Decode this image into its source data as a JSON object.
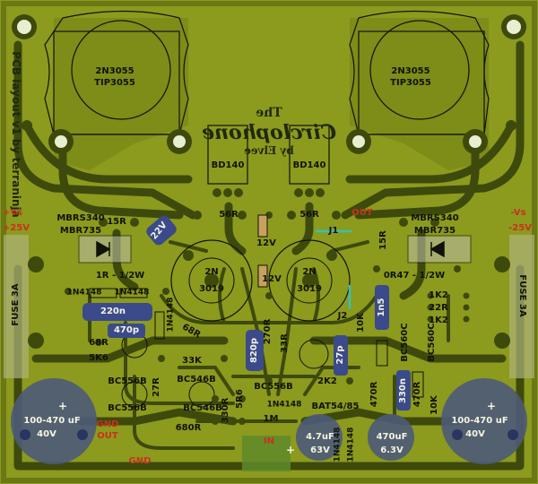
{
  "title": {
    "line1": "The",
    "line2": "Circlophone",
    "line3": "by Elvee"
  },
  "side_note": "PCB layout v1 by terraninja",
  "transistors": {
    "power_left": [
      "2N3055",
      "TIP3055"
    ],
    "power_right": [
      "2N3055",
      "TIP3055"
    ],
    "driver_left": "BD140",
    "driver_right": "BD140",
    "germanium_left": [
      "2N",
      "3019"
    ],
    "germanium_right": [
      "2N",
      "3019"
    ]
  },
  "rails": {
    "pos_left": "+Vs",
    "pos_left_v": "+25V",
    "neg_right": "-Vs",
    "neg_right_v": "-25V"
  },
  "diodes": {
    "schottky_left": [
      "MBRS340",
      "MBR735"
    ],
    "schottky_right": [
      "MBRS340",
      "MBR735"
    ]
  },
  "fuses": {
    "left": "FUSE 3A",
    "right": "FUSE 3A"
  },
  "caps": {
    "big_left": [
      "100-470 uF",
      "40V"
    ],
    "big_right": [
      "100-470 uF",
      "40V"
    ],
    "mid": [
      "4.7uF",
      "63V"
    ],
    "out": [
      "470uF",
      "6.3V"
    ],
    "c220n": "220n",
    "c470p": "470p",
    "c820p": "820p",
    "c27p": "27p",
    "c1n5": "1n5",
    "c330n": "330n",
    "bc560c_a": "BC560C",
    "bc560c_b": "BC560C"
  },
  "resistors": {
    "r15_left": "15R",
    "r15_right": "15R",
    "r56_left": "56R",
    "r56_right": "56R",
    "r1": "1R - 1/2W",
    "r047": "0R47 - 1/2W",
    "r68": "68R",
    "r5k6": "5K6",
    "r33k": "33K",
    "r27": "27R",
    "r68r2": "68R",
    "r270": "270R",
    "r33": "33R",
    "r10k": "10K",
    "r10k2": "10K",
    "r1k2a": "1K2",
    "r22": "22R",
    "r1k2b": "1K2",
    "r2k2": "2K2",
    "r470": "470R",
    "r470b": "470R",
    "r330": "330R",
    "r5r6": "5R6",
    "r1m": "1M",
    "r680": "680R"
  },
  "zeners": {
    "z1": "12V",
    "z2": "12V",
    "z3": "22V"
  },
  "small_parts": {
    "d1": "1N4148",
    "d2": "1N4148",
    "d3": "1N4148",
    "d4": "1N4148",
    "d5": "1N4148",
    "d6": "1N4148",
    "bc556b_1": "BC556B",
    "bc556b_2": "BC556B",
    "bc546b_1": "BC546B",
    "bc546b_2": "BC546B",
    "bc556b_3": "BC556B",
    "bat": "BAT54/85"
  },
  "jumpers": {
    "j1": "J1",
    "j2": "J2"
  },
  "connections": {
    "out_top": "OUT",
    "gnd_out": "GND",
    "out_left": "OUT",
    "gnd_bottom": "GND",
    "in": "IN",
    "plus": "+"
  },
  "colors": {
    "board": "#8c9a1e",
    "copper": "#6b7814",
    "trace": "#3e4a0c",
    "silk": "#10130a",
    "pad": "#3b4a8a",
    "red_text": "#c8321e"
  }
}
